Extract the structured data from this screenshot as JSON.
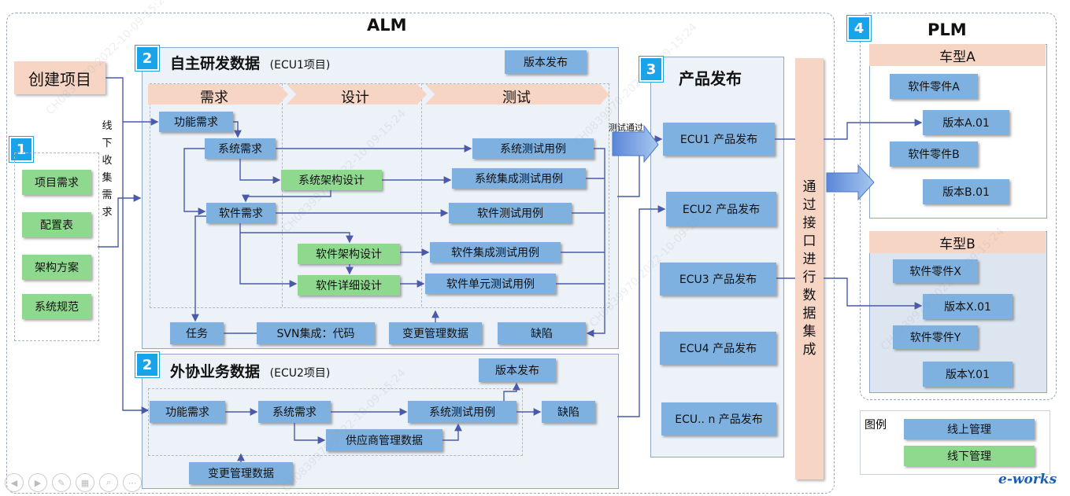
{
  "alm": {
    "title": "ALM"
  },
  "plm": {
    "title": "PLM"
  },
  "create_project": "创建项目",
  "offline": {
    "badge": "1",
    "items": [
      "项目需求",
      "配置表",
      "架构方案",
      "系统规范"
    ],
    "vertical_label": [
      "线",
      "下",
      "收",
      "集",
      "需",
      "求"
    ]
  },
  "ecu1": {
    "badge": "2",
    "title": "自主研发数据",
    "subtitle": "(ECU1项目)",
    "release": "版本发布",
    "phases": [
      "需求",
      "设计",
      "测试"
    ],
    "func_req": "功能需求",
    "sys_req": "系统需求",
    "sys_arch": "系统架构设计",
    "sw_req": "软件需求",
    "sw_arch": "软件架构设计",
    "sw_detail": "软件详细设计",
    "sys_test": "系统测试用例",
    "sys_int_test": "系统集成测试用例",
    "sw_test": "软件测试用例",
    "sw_int_test": "软件集成测试用例",
    "sw_unit_test": "软件单元测试用例",
    "task": "任务",
    "svn": "SVN集成：代码",
    "change": "变更管理数据",
    "defect": "缺陷"
  },
  "ecu2": {
    "badge": "2",
    "title": "外协业务数据",
    "subtitle": "(ECU2项目)",
    "release": "版本发布",
    "func_req": "功能需求",
    "sys_req": "系统需求",
    "sys_test": "系统测试用例",
    "defect": "缺陷",
    "supplier": "供应商管理数据",
    "change": "变更管理数据"
  },
  "release_panel": {
    "badge": "3",
    "title": "产品发布",
    "test_passed": "测试通过",
    "items": [
      "ECU1 产品发布",
      "ECU2 产品发布",
      "ECU3 产品发布",
      "ECU4 产品发布",
      "ECU.. n 产品发布"
    ]
  },
  "interface": {
    "chars": [
      "通",
      "过",
      "接",
      "口",
      "进",
      "行",
      "数",
      "据",
      "集",
      "成"
    ]
  },
  "plm_panel": {
    "badge": "4",
    "model_a": {
      "title": "车型A",
      "part_a": "软件零件A",
      "ver_a": "版本A.01",
      "part_b": "软件零件B",
      "ver_b": "版本B.01"
    },
    "model_b": {
      "title": "车型B",
      "part_x": "软件零件X",
      "ver_x": "版本X.01",
      "part_y": "软件零件Y",
      "ver_y": "版本Y.01"
    }
  },
  "legend": {
    "title": "图例",
    "online": "线上管理",
    "offline": "线下管理"
  },
  "watermark": "CH0839970-2022-10-09-15:24",
  "logo": "e-works",
  "colors": {
    "online": "#7eb0e0",
    "offline": "#8fd98f",
    "phase": "#f6d5c4",
    "badge": "#19a3e8",
    "line": "#4a5aa8"
  }
}
